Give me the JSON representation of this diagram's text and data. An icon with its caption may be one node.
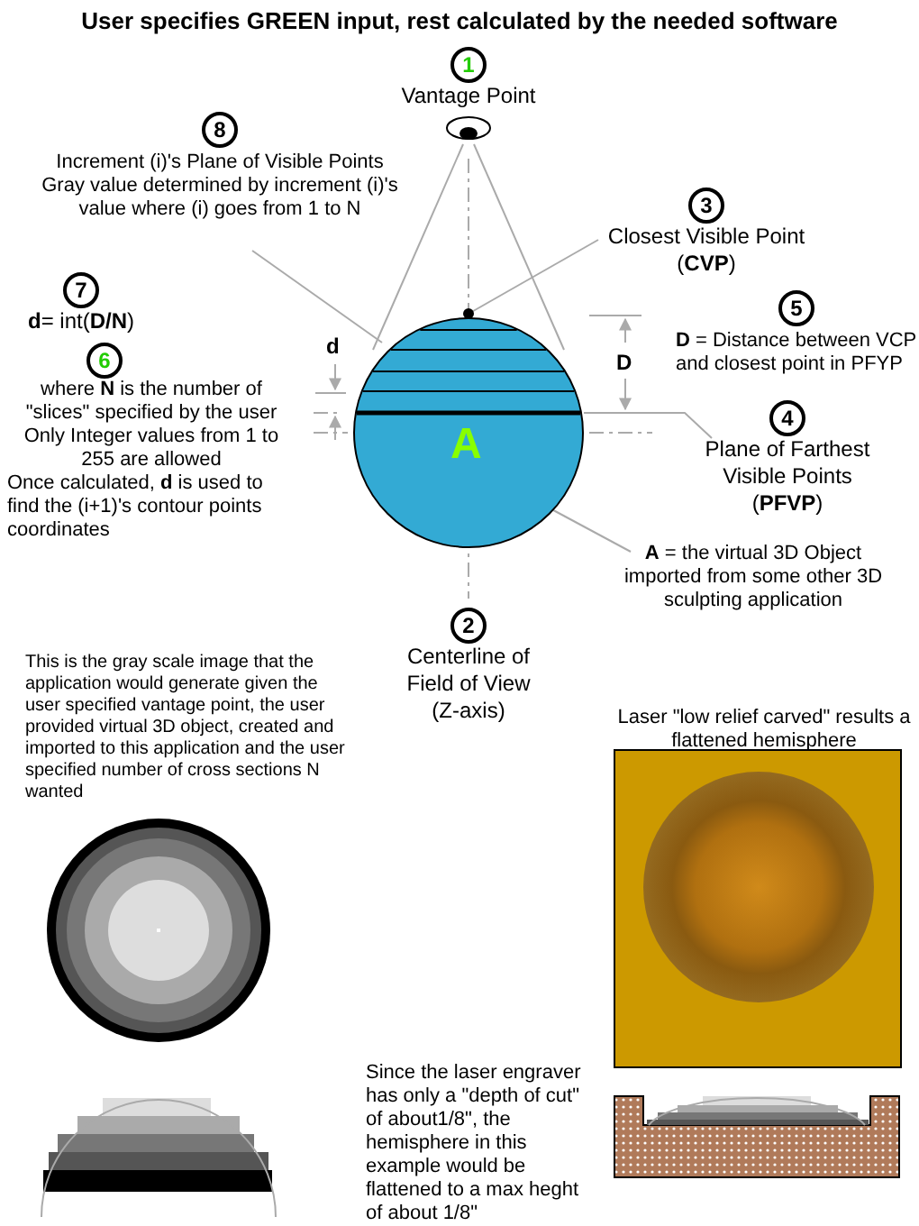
{
  "diagram": {
    "title": "User specifies GREEN input, rest calculated by the needed software",
    "nodes": [
      {
        "text": [
          "8",
          "Increment (i)'s Plane of Visible Points Gray value determined by increment (i)'s value where (i) goes from 1 to N"
        ]
      },
      {
        "text": [
          "1",
          "Vantage Point"
        ]
      },
      {
        "text": [
          "7",
          "**d**= int(**D/N**)"
        ]
      },
      {
        "text": [
          "3",
          "Closest Visible Point",
          "(**CVP**)"
        ]
      },
      {
        "text": [
          "A"
        ]
      },
      {
        "text": [],
        "shape": "circle"
      },
      {
        "text": [
          "5",
          "**D** = Distance between VCP and closest point in PFYP"
        ]
      },
      {
        "text": [
          "6",
          "where **N** is the number of \"slices\" specified by the user Only Integer values from 1 to 255 are allowed",
          "Once calculated, **d** is used to find the (i+1)'s contour points coordinates"
        ]
      },
      {
        "text": [
          "4",
          "Plane of Farthest Visible Points",
          "(**PFVP**)"
        ]
      },
      {
        "text": [
          "**A** = the virtual 3D Object imported from some other 3D sculpting application"
        ]
      },
      {
        "text": [
          "2",
          "Centerline of Field of View (Z-axis)"
        ]
      }
    ],
    "edges": [
      {
        "from": 0,
        "to": 4,
        "arrow": "none"
      },
      {
        "from": 1,
        "to": 4,
        "arrow": "none"
      },
      {
        "from": 1,
        "to": 4,
        "arrow": "none"
      },
      {
        "from": 3,
        "to": 5,
        "arrow": "none"
      },
      {
        "from": 8,
        "to": 4,
        "arrow": "none"
      },
      {
        "from": 9,
        "to": 4,
        "arrow": "none"
      }
    ],
    "labels": [
      "d",
      "D",
      "This is the gray scale image that the application would generate given the user specified vantage point, the user provided virtual 3D object, created and imported to this application and the user specified number of cross sections N wanted",
      "Laser \"low relief carved\" results a flattened hemisphere",
      "Since the laser engraver has only a \"depth of cut\" of about1/8\", the hemisphere in this example would be flattened to a max heght of about 1/8\""
    ]
  }
}
